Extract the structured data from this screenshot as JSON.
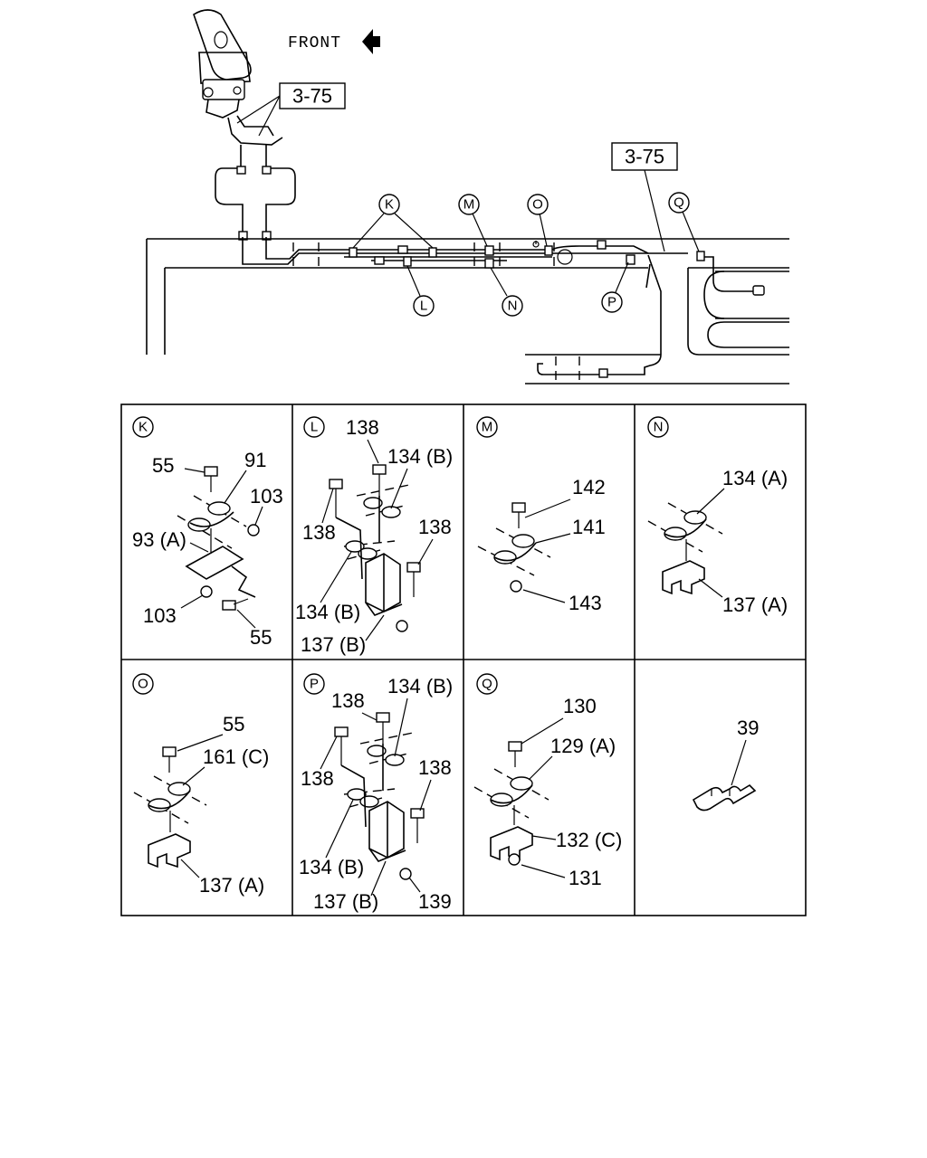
{
  "header": {
    "front_label": "FRONT"
  },
  "refs": {
    "ref_a": "3-75",
    "ref_b": "3-75"
  },
  "markers": [
    "K",
    "L",
    "M",
    "N",
    "O",
    "P",
    "Q"
  ],
  "panels": {
    "K": {
      "letter": "K",
      "labels": [
        "55",
        "91",
        "103",
        "93 (A)",
        "103",
        "55"
      ]
    },
    "L": {
      "letter": "L",
      "labels": [
        "138",
        "134 (B)",
        "138",
        "138",
        "134 (B)",
        "137 (B)"
      ]
    },
    "M": {
      "letter": "M",
      "labels": [
        "142",
        "141",
        "143"
      ]
    },
    "N": {
      "letter": "N",
      "labels": [
        "134 (A)",
        "137 (A)"
      ]
    },
    "O": {
      "letter": "O",
      "labels": [
        "55",
        "161 (C)",
        "137 (A)"
      ]
    },
    "P": {
      "letter": "P",
      "labels": [
        "138",
        "134 (B)",
        "138",
        "138",
        "134 (B)",
        "137 (B)",
        "139"
      ]
    },
    "Q": {
      "letter": "Q",
      "labels": [
        "130",
        "129 (A)",
        "132 (C)",
        "131"
      ]
    },
    "R": {
      "labels": [
        "39"
      ]
    }
  }
}
